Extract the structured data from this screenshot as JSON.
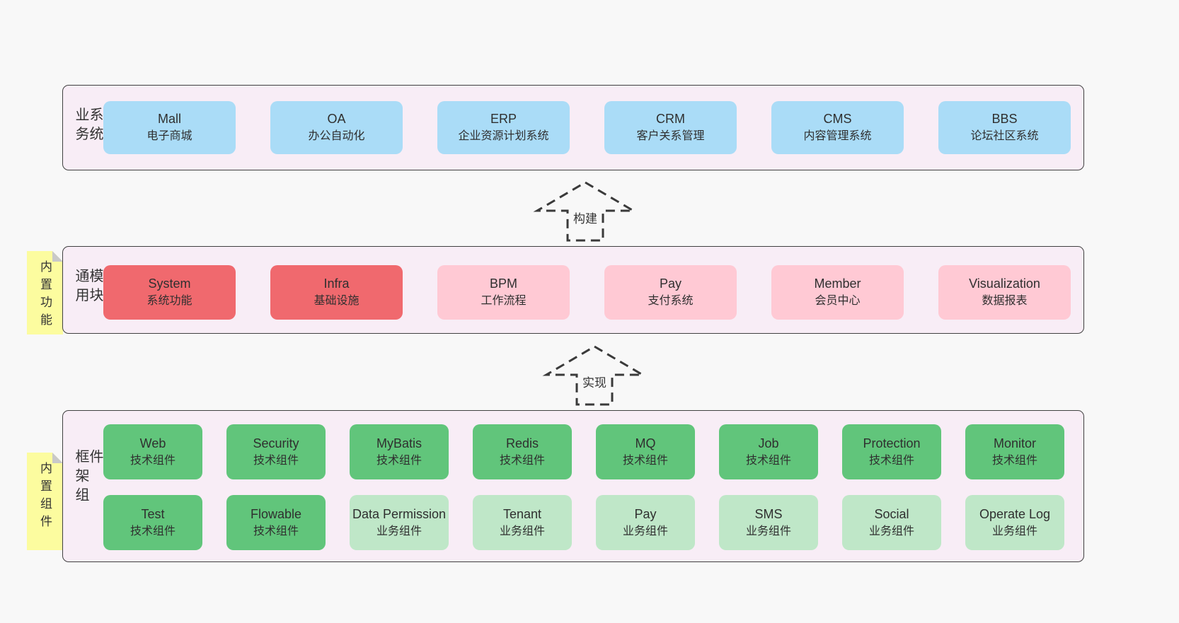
{
  "colors": {
    "page_background": "#f8f8f8",
    "container_background": "#f8edf6",
    "container_border": "#404040",
    "blue_box": "#aadcf7",
    "red_box": "#f0696e",
    "pink_box": "#ffc9d4",
    "green_box": "#61c57b",
    "light_green_box": "#bfe7c8",
    "sticky_yellow": "#fcfc9f",
    "sticky_fold_gray": "#c9c9c9",
    "text": "#333333"
  },
  "arrows": [
    {
      "label": "构建"
    },
    {
      "label": "实现"
    }
  ],
  "layers": [
    {
      "side_label": "业务系统",
      "rows": [
        [
          {
            "title": "Mall",
            "subtitle": "电子商城",
            "variant": "blue"
          },
          {
            "title": "OA",
            "subtitle": "办公自动化",
            "variant": "blue"
          },
          {
            "title": "ERP",
            "subtitle": "企业资源计划系统",
            "variant": "blue"
          },
          {
            "title": "CRM",
            "subtitle": "客户关系管理",
            "variant": "blue"
          },
          {
            "title": "CMS",
            "subtitle": "内容管理系统",
            "variant": "blue"
          },
          {
            "title": "BBS",
            "subtitle": "论坛社区系统",
            "variant": "blue"
          }
        ]
      ]
    },
    {
      "side_label": "通用模块",
      "sticky_note": "内置功能",
      "rows": [
        [
          {
            "title": "System",
            "subtitle": "系统功能",
            "variant": "red"
          },
          {
            "title": "Infra",
            "subtitle": "基础设施",
            "variant": "red"
          },
          {
            "title": "BPM",
            "subtitle": "工作流程",
            "variant": "pink"
          },
          {
            "title": "Pay",
            "subtitle": "支付系统",
            "variant": "pink"
          },
          {
            "title": "Member",
            "subtitle": "会员中心",
            "variant": "pink"
          },
          {
            "title": "Visualization",
            "subtitle": "数据报表",
            "variant": "pink"
          }
        ]
      ]
    },
    {
      "side_label": "框架组件",
      "sticky_note": "内置组件",
      "rows": [
        [
          {
            "title": "Web",
            "subtitle": "技术组件",
            "variant": "green"
          },
          {
            "title": "Security",
            "subtitle": "技术组件",
            "variant": "green"
          },
          {
            "title": "MyBatis",
            "subtitle": "技术组件",
            "variant": "green"
          },
          {
            "title": "Redis",
            "subtitle": "技术组件",
            "variant": "green"
          },
          {
            "title": "MQ",
            "subtitle": "技术组件",
            "variant": "green"
          },
          {
            "title": "Job",
            "subtitle": "技术组件",
            "variant": "green"
          },
          {
            "title": "Protection",
            "subtitle": "技术组件",
            "variant": "green"
          },
          {
            "title": "Monitor",
            "subtitle": "技术组件",
            "variant": "green"
          }
        ],
        [
          {
            "title": "Test",
            "subtitle": "技术组件",
            "variant": "green"
          },
          {
            "title": "Flowable",
            "subtitle": "技术组件",
            "variant": "green"
          },
          {
            "title": "Data Permission",
            "subtitle": "业务组件",
            "variant": "lightgreen"
          },
          {
            "title": "Tenant",
            "subtitle": "业务组件",
            "variant": "lightgreen"
          },
          {
            "title": "Pay",
            "subtitle": "业务组件",
            "variant": "lightgreen"
          },
          {
            "title": "SMS",
            "subtitle": "业务组件",
            "variant": "lightgreen"
          },
          {
            "title": "Social",
            "subtitle": "业务组件",
            "variant": "lightgreen"
          },
          {
            "title": "Operate Log",
            "subtitle": "业务组件",
            "variant": "lightgreen"
          }
        ]
      ]
    }
  ]
}
